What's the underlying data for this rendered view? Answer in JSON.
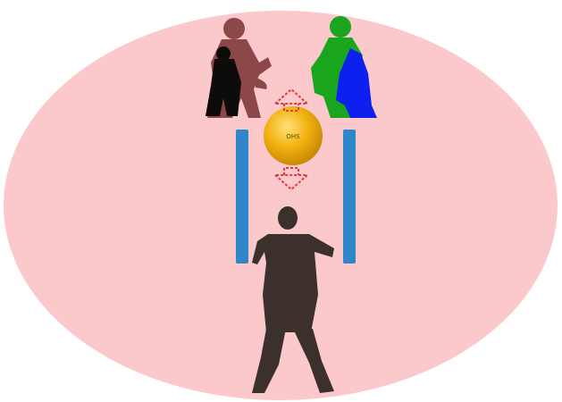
{
  "scene": {
    "field_color": "#fbc9cc",
    "ball": {
      "label": "OHS",
      "color": "#f2b10d"
    },
    "posts": {
      "color": "#2f86c8"
    },
    "arrows": {
      "color": "#e23b3b"
    },
    "top_players": [
      {
        "name": "top-left-player-pair",
        "front_color": "#0e0b0b",
        "back_color": "#8c4848"
      },
      {
        "name": "top-right-player-pair",
        "front_color": "#0d20f0",
        "back_color": "#1aa51e"
      }
    ],
    "bottom_player": {
      "color": "#3b302b"
    }
  }
}
